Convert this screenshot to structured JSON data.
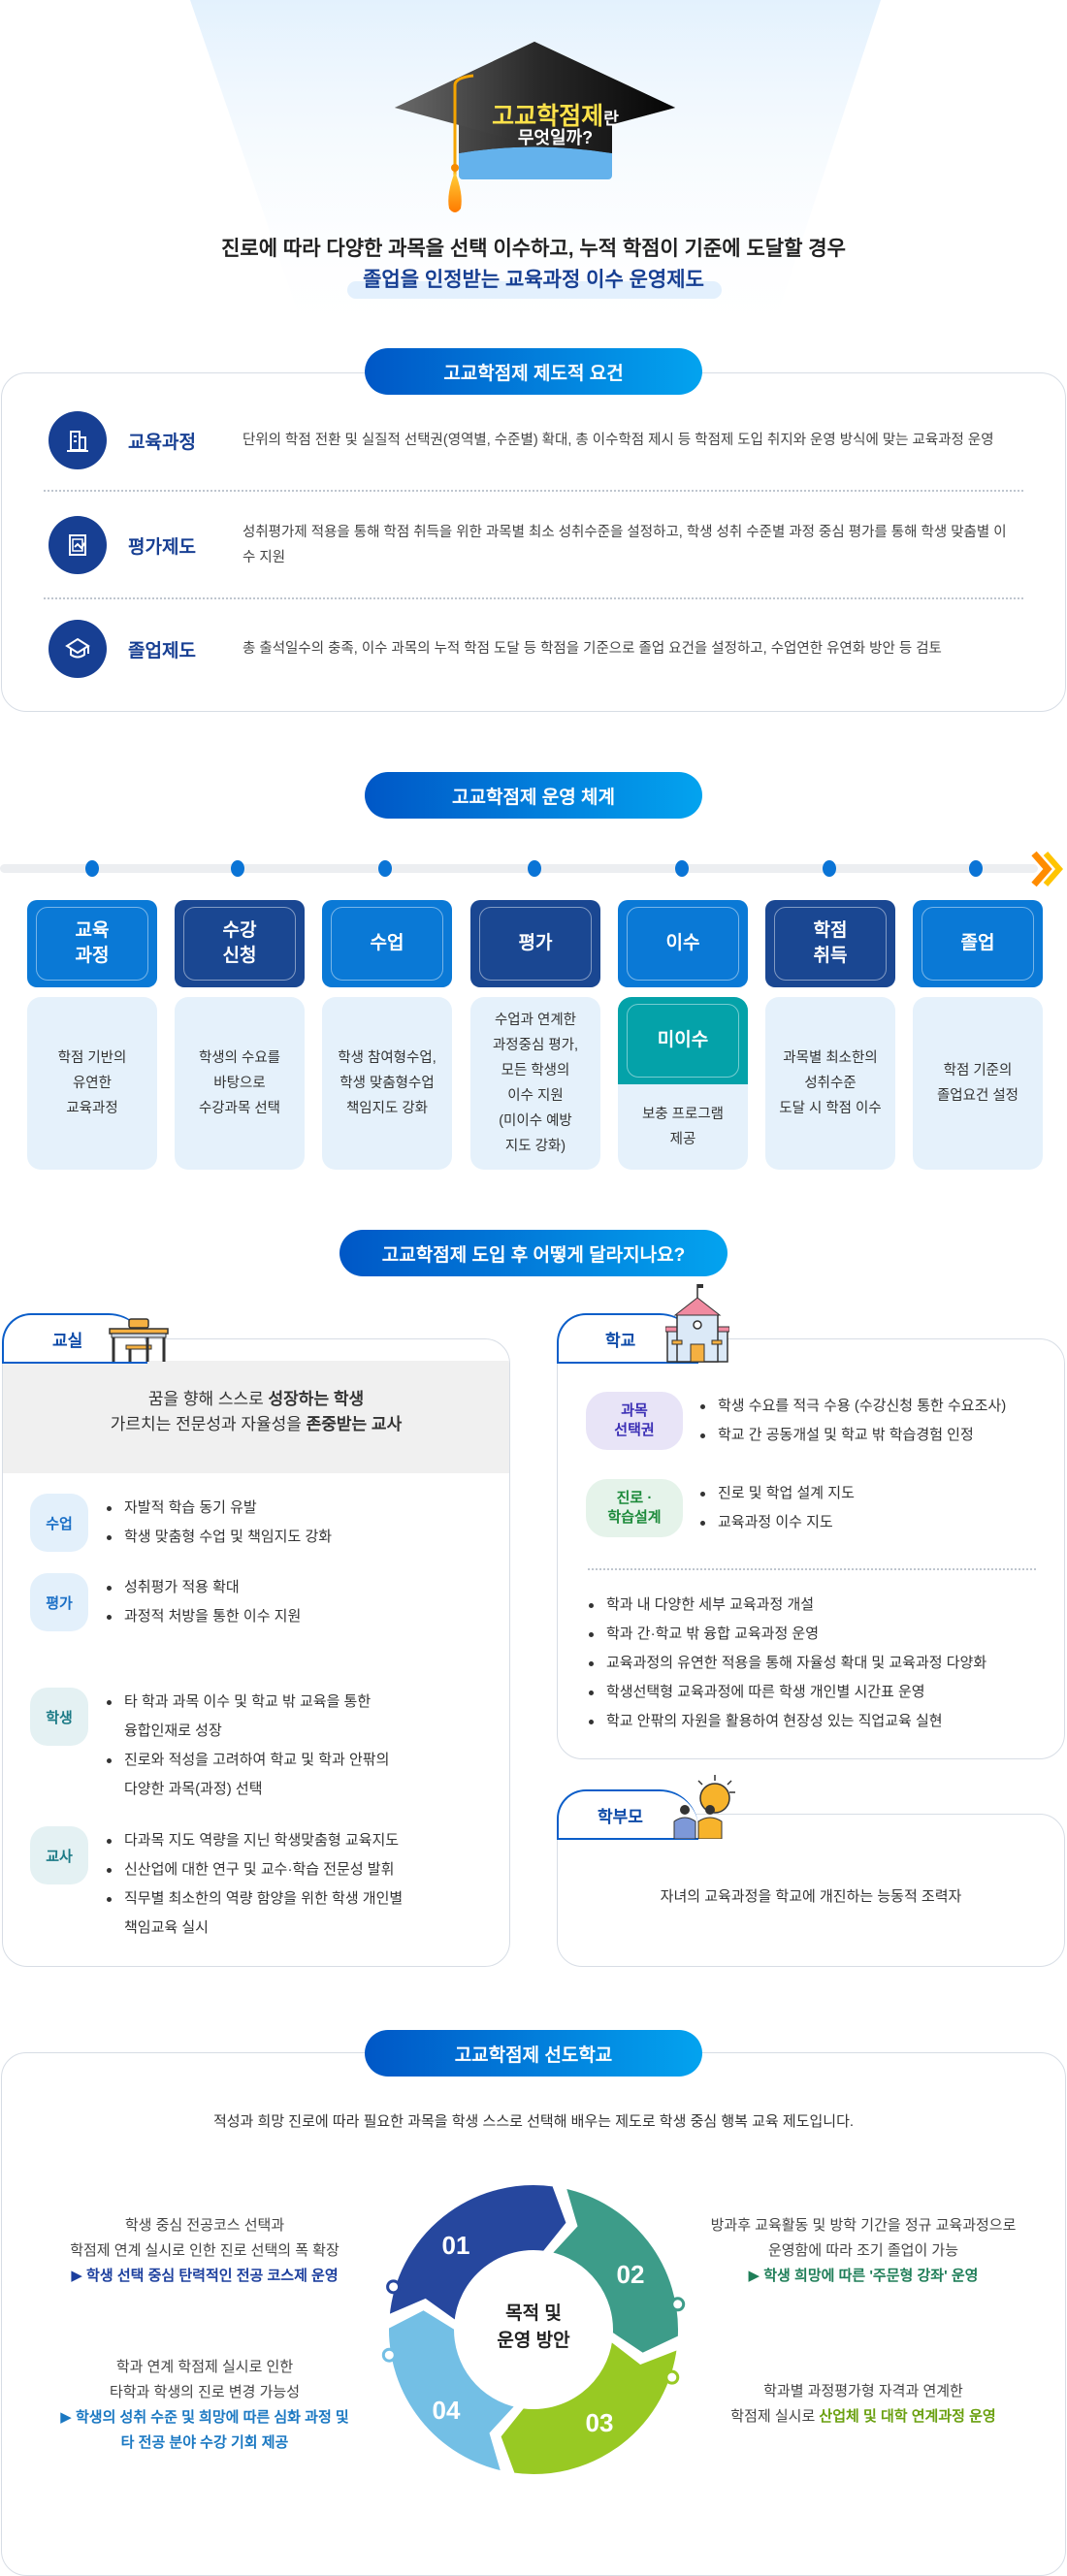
{
  "hero": {
    "hat_title_highlight": "고교학점제",
    "hat_title_suffix": "란",
    "hat_subtitle": "무엇일까?",
    "line1": "진로에 따라 다양한 과목을 선택 이수하고, 누적 학점이 기준에 도달할 경우",
    "line2": "졸업을 인정받는 교육과정 이수 운영제도"
  },
  "requirements": {
    "title": "고교학점제 제도적 요건",
    "items": [
      {
        "icon": "building-icon",
        "label": "교육과정",
        "desc": "단위의 학점 전환 및 실질적 선택권(영역별, 수준별) 확대, 총 이수학점 제시 등 학점제 도입 취지와 운영 방식에 맞는 교육과정 운영"
      },
      {
        "icon": "clipboard-icon",
        "label": "평가제도",
        "desc": "성취평가제 적용을 통해 학점 취득을 위한 과목별 최소 성취수준을 설정하고, 학생 성취 수준별 과정 중심 평가를 통해 학생 맞춤별 이수 지원"
      },
      {
        "icon": "graduation-cap-icon",
        "label": "졸업제도",
        "desc": "총 출석일수의 충족, 이수 과목의 누적 학점 도달 등 학점을 기준으로 졸업 요건을 설정하고, 수업연한 유연화 방안 등 검토"
      }
    ]
  },
  "system": {
    "title": "고교학점제 운영 체계",
    "steps": [
      {
        "label": "교육\n과정",
        "desc": "학점 기반의\n유연한\n교육과정",
        "color": "#0a79d6"
      },
      {
        "label": "수강\n신청",
        "desc": "학생의 수요를\n바탕으로\n수강과목 선택",
        "color": "#1a4792"
      },
      {
        "label": "수업",
        "desc": "학생 참여형수업,\n학생 맞춤형수업\n책임지도 강화",
        "color": "#0a79d6"
      },
      {
        "label": "평가",
        "desc": "수업과 연계한\n과정중심 평가,\n모든 학생의\n이수 지원\n(미이수 예방\n지도 강화)",
        "color": "#1a4792"
      },
      {
        "label": "이수",
        "sub": "미이수",
        "desc": "보충 프로그램\n제공",
        "color": "#0a79d6",
        "sub_color": "#04a2a9"
      },
      {
        "label": "학점\n취득",
        "desc": "과목별 최소한의\n성취수준\n도달 시 학점 이수",
        "color": "#1a4792"
      },
      {
        "label": "졸업",
        "desc": "학점 기준의\n졸업요건 설정",
        "color": "#0a79d6"
      }
    ]
  },
  "changes": {
    "title": "고교학점제 도입 후 어떻게 달라지나요?",
    "classroom": {
      "tab": "교실",
      "head1_plain": "꿈을 향해 스스로 ",
      "head1_bold": "성장하는 학생",
      "head2_plain": "가르치는 전문성과 자율성을 ",
      "head2_bold": "존중받는 교사",
      "groups": [
        {
          "tag": "수업",
          "items": [
            "자발적 학습 동기 유발",
            "학생 맞춤형 수업 및 책임지도 강화"
          ]
        },
        {
          "tag": "평가",
          "items": [
            "성취평가 적용 확대",
            "과정적 처방을 통한 이수 지원"
          ]
        },
        {
          "tag": "학생",
          "items": [
            "타 학과 과목 이수 및 학교 밖 교육을 통한\n융합인재로 성장",
            "진로와 적성을 고려하여 학교 및 학과 안팎의\n다양한 과목(과정) 선택"
          ]
        },
        {
          "tag": "교사",
          "items": [
            "다과목 지도 역량을 지닌 학생맞춤형 교육지도",
            "신산업에 대한 연구 및 교수·학습 전문성 발휘",
            "직무별 최소한의 역량 함양을 위한 학생 개인별\n책임교육 실시"
          ]
        }
      ]
    },
    "school": {
      "tab": "학교",
      "groups": [
        {
          "tag": "과목\n선택권",
          "items": [
            "학생 수요를 적극 수용 (수강신청 통한 수요조사)",
            "학교 간 공동개설 및 학교 밖 학습경험 인정"
          ]
        },
        {
          "tag": "진로 ·\n학습설계",
          "items": [
            "진로 및 학업 설계 지도",
            "교육과정 이수 지도"
          ]
        }
      ],
      "list": [
        "학과 내 다양한 세부 교육과정 개설",
        "학과 간·학교 밖 융합 교육과정 운영",
        "교육과정의 유연한 적용을 통해 자율성 확대 및 교육과정 다양화",
        "학생선택형 교육과정에 따른 학생 개인별 시간표 운영",
        "학교 안팎의 자원을 활용하여 현장성 있는 직업교육 실현"
      ]
    },
    "parents": {
      "tab": "학부모",
      "text": "자녀의 교육과정을 학교에 개진하는 능동적 조력자"
    }
  },
  "leading": {
    "title": "고교학점제 선도학교",
    "intro": "적성과 희망 진로에 따라 필요한 과목을 학생 스스로 선택해 배우는 제도로 학생 중심 행복 교육 제도입니다.",
    "center": "목적 및\n운영 방안",
    "segments": [
      {
        "num": "01",
        "color": "#26479e"
      },
      {
        "num": "02",
        "color": "#3d9c89"
      },
      {
        "num": "03",
        "color": "#98c923"
      },
      {
        "num": "04",
        "color": "#73bfe5"
      }
    ],
    "p01": {
      "line1": "학생 중심 전공코스 선택과",
      "line2": "학점제 연계 실시로 인한 진로 선택의 폭 확장",
      "highlight": "▶ 학생 선택 중심 탄력적인 전공 코스제 운영"
    },
    "p02": {
      "line1": "방과후 교육활동 및 방학 기간을 정규 교육과정으로",
      "line2": "운영함에 따라 조기 졸업이 가능",
      "highlight": "▶ 학생 희망에 따른 '주문형 강좌' 운영"
    },
    "p03": {
      "line1": "학과별 과정평가형 자격과 연계한",
      "line2_plain": "학점제 실시로 ",
      "line2_highlight": "산업체 및 대학 연계과정 운영"
    },
    "p04": {
      "line1": "학과 연계 학점제 실시로 인한",
      "line2": "타학과 학생의 진로 변경 가능성",
      "highlight1": "▶ 학생의 성취 수준 및 희망에 따른 심화 과정 및",
      "highlight2": "타 전공 분야 수강 기회 제공"
    }
  },
  "colors": {
    "primary": "#0057c6",
    "navy": "#173f93",
    "accent_orange": "#f5a400",
    "teal": "#04a2a9"
  }
}
